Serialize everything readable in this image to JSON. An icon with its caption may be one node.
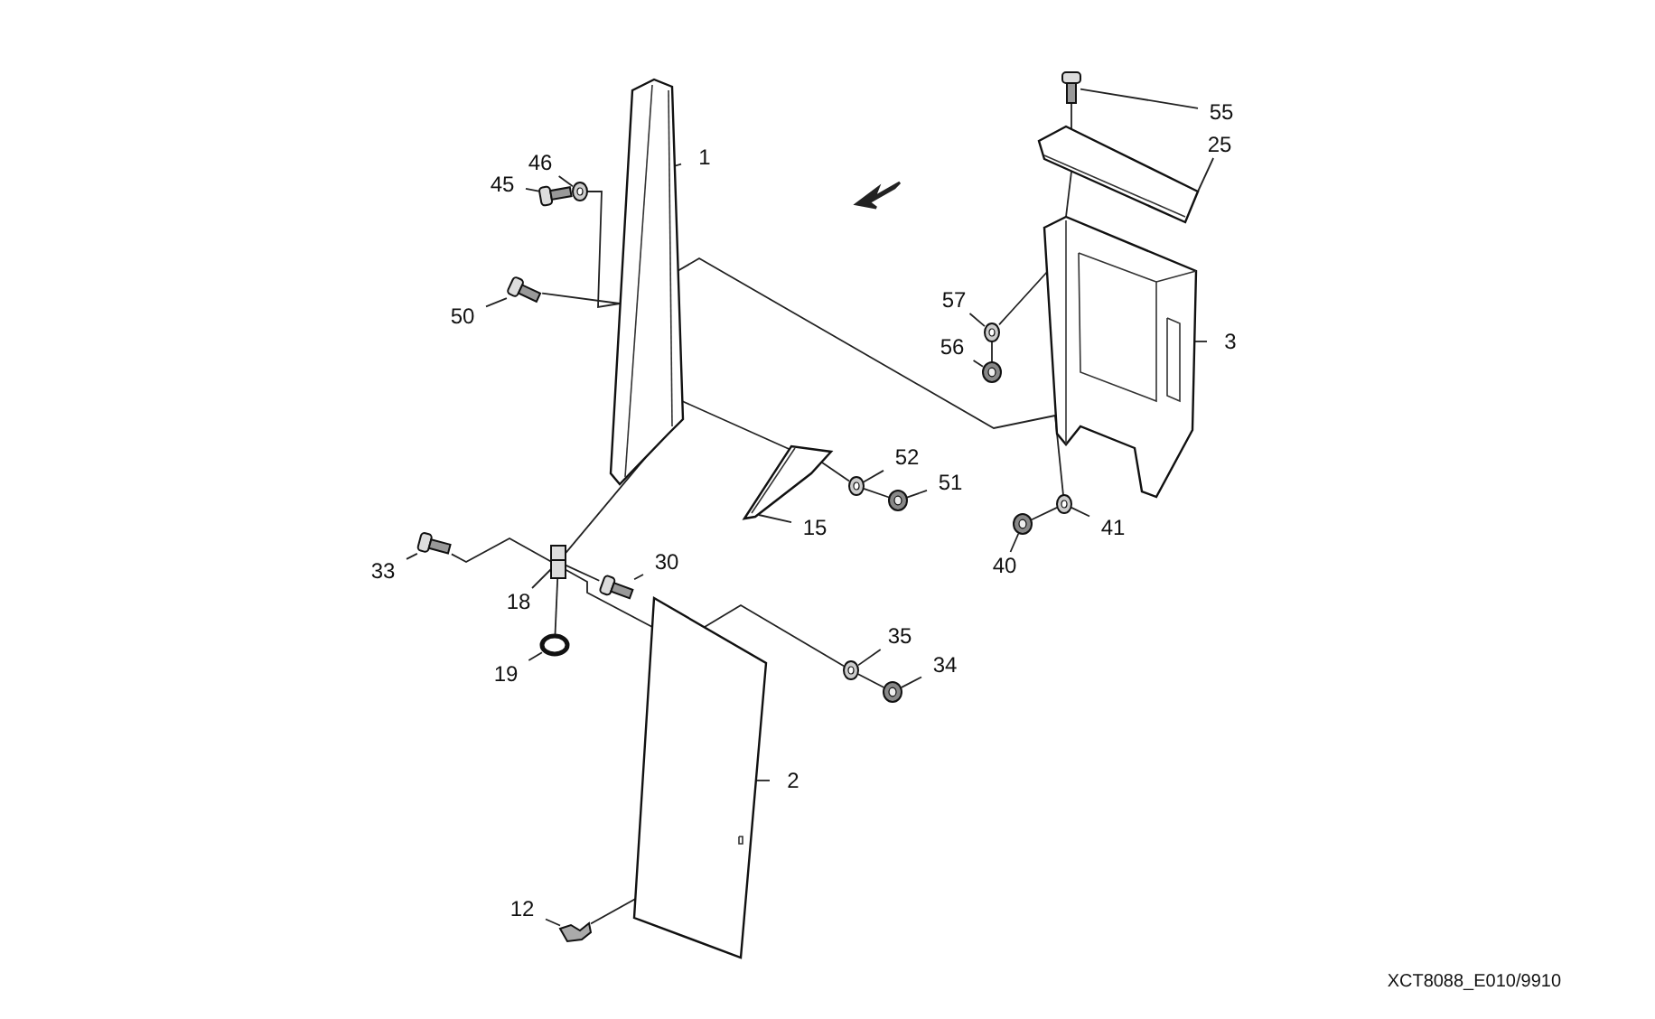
{
  "diagram": {
    "nodes": [
      {
        "text": [
          "46"
        ]
      },
      {
        "text": [],
        "shape": "washer"
      },
      {
        "text": [
          "45"
        ]
      },
      {
        "text": [],
        "shape": "bolt"
      },
      {
        "text": [
          "1"
        ]
      },
      {
        "text": [],
        "shape": "column"
      },
      {
        "text": [
          "55"
        ]
      },
      {
        "text": [],
        "shape": "bolt"
      },
      {
        "text": [
          "25"
        ]
      },
      {
        "text": [],
        "shape": "plate"
      },
      {
        "text": [
          "50"
        ]
      },
      {
        "text": [],
        "shape": "bolt"
      },
      {
        "text": [
          "57"
        ]
      },
      {
        "text": [],
        "shape": "washer"
      },
      {
        "text": [
          "56"
        ]
      },
      {
        "text": [],
        "shape": "nut"
      },
      {
        "text": [
          "3"
        ]
      },
      {
        "text": [],
        "shape": "frame"
      },
      {
        "text": [
          "52"
        ]
      },
      {
        "text": [],
        "shape": "washer"
      },
      {
        "text": [
          "51"
        ]
      },
      {
        "text": [],
        "shape": "nut"
      },
      {
        "text": [
          "15"
        ]
      },
      {
        "text": [],
        "shape": "bracket"
      },
      {
        "text": [
          "40"
        ]
      },
      {
        "text": [],
        "shape": "nut"
      },
      {
        "text": [
          "41"
        ]
      },
      {
        "text": [],
        "shape": "washer"
      },
      {
        "text": [
          "33"
        ]
      },
      {
        "text": [],
        "shape": "bolt"
      },
      {
        "text": [
          "18"
        ]
      },
      {
        "text": [],
        "shape": "clip"
      },
      {
        "text": [
          "30"
        ]
      },
      {
        "text": [],
        "shape": "bolt"
      },
      {
        "text": [
          "19"
        ]
      },
      {
        "text": [],
        "shape": "ring"
      },
      {
        "text": [
          "35"
        ]
      },
      {
        "text": [],
        "shape": "washer"
      },
      {
        "text": [
          "34"
        ]
      },
      {
        "text": [],
        "shape": "nut"
      },
      {
        "text": [
          "2"
        ]
      },
      {
        "text": [],
        "shape": "panel"
      },
      {
        "text": [
          "12"
        ]
      },
      {
        "text": [],
        "shape": "screw"
      }
    ],
    "edges": [
      {
        "from": 0,
        "to": 1,
        "arrow": "none"
      },
      {
        "from": 2,
        "to": 3,
        "arrow": "none"
      },
      {
        "from": 4,
        "to": 5,
        "arrow": "none"
      },
      {
        "from": 6,
        "to": 7,
        "arrow": "none"
      },
      {
        "from": 8,
        "to": 9,
        "arrow": "none"
      },
      {
        "from": 10,
        "to": 11,
        "arrow": "none"
      },
      {
        "from": 12,
        "to": 13,
        "arrow": "none"
      },
      {
        "from": 14,
        "to": 15,
        "arrow": "none"
      },
      {
        "from": 16,
        "to": 17,
        "arrow": "none"
      },
      {
        "from": 18,
        "to": 19,
        "arrow": "none"
      },
      {
        "from": 20,
        "to": 21,
        "arrow": "none"
      },
      {
        "from": 22,
        "to": 23,
        "arrow": "none"
      },
      {
        "from": 24,
        "to": 25,
        "arrow": "none"
      },
      {
        "from": 26,
        "to": 27,
        "arrow": "none"
      },
      {
        "from": 28,
        "to": 29,
        "arrow": "none"
      },
      {
        "from": 30,
        "to": 31,
        "arrow": "none"
      },
      {
        "from": 32,
        "to": 33,
        "arrow": "none"
      },
      {
        "from": 34,
        "to": 35,
        "arrow": "none"
      },
      {
        "from": 36,
        "to": 37,
        "arrow": "none"
      },
      {
        "from": 38,
        "to": 39,
        "arrow": "none"
      },
      {
        "from": 40,
        "to": 41,
        "arrow": "none"
      },
      {
        "from": 42,
        "to": 43,
        "arrow": "none"
      },
      {
        "from": 1,
        "to": 5,
        "arrow": "none"
      },
      {
        "from": 11,
        "to": 5,
        "arrow": "none"
      },
      {
        "from": 23,
        "to": 19,
        "arrow": "none"
      },
      {
        "from": 19,
        "to": 21,
        "arrow": "none"
      },
      {
        "from": 5,
        "to": 31,
        "arrow": "none"
      },
      {
        "from": 29,
        "to": 41,
        "arrow": "none"
      },
      {
        "from": 31,
        "to": 33,
        "arrow": "none"
      },
      {
        "from": 31,
        "to": 35,
        "arrow": "none"
      },
      {
        "from": 41,
        "to": 37,
        "arrow": "none"
      },
      {
        "from": 37,
        "to": 39,
        "arrow": "none"
      },
      {
        "from": 43,
        "to": 41,
        "arrow": "none"
      },
      {
        "from": 7,
        "to": 9,
        "arrow": "none"
      },
      {
        "from": 9,
        "to": 17,
        "arrow": "none"
      },
      {
        "from": 13,
        "to": 17,
        "arrow": "none"
      },
      {
        "from": 13,
        "to": 15,
        "arrow": "none"
      },
      {
        "from": 27,
        "to": 17,
        "arrow": "none"
      },
      {
        "from": 25,
        "to": 27,
        "arrow": "none"
      },
      {
        "from": 5,
        "to": 17,
        "arrow": "none"
      },
      {
        "from": 5,
        "to": 23,
        "arrow": "none"
      }
    ],
    "labels": [
      "XCT8088_E010/9910"
    ]
  }
}
